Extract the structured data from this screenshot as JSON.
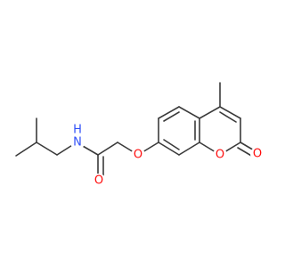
{
  "molecule": {
    "atoms": {
      "n": {
        "symbol": "N",
        "h": "H",
        "color": "#3050f8"
      },
      "o_amide": {
        "symbol": "O",
        "color": "#ff0d0d"
      },
      "o_ether": {
        "symbol": "O",
        "color": "#ff0d0d"
      },
      "o_ring": {
        "symbol": "O",
        "color": "#ff0d0d"
      },
      "o_carbonyl": {
        "symbol": "O",
        "color": "#ff0d0d"
      }
    },
    "bond_color": "#3a3a3a"
  }
}
